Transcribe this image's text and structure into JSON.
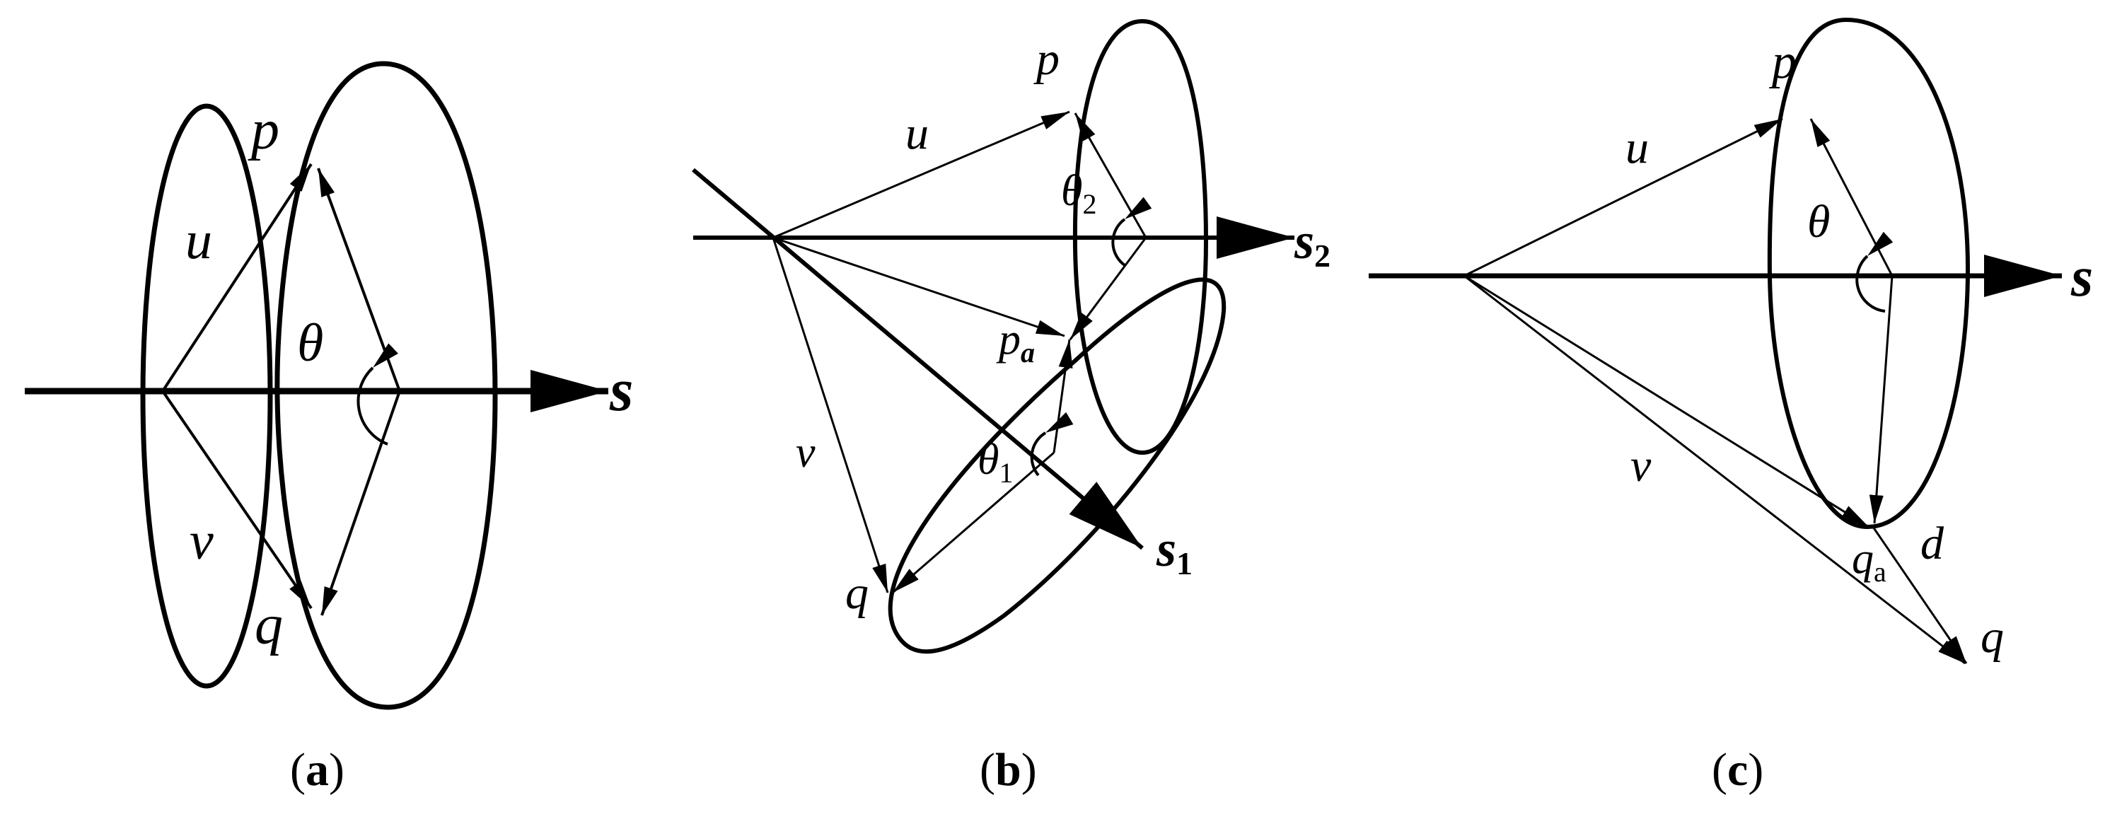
{
  "panels": {
    "a": {
      "caption_open": "(",
      "caption_letter": "a",
      "caption_close": ")",
      "labels": {
        "p": "p",
        "u": "u",
        "theta": "θ",
        "s": "s",
        "v": "v",
        "q": "q"
      }
    },
    "b": {
      "caption_open": "(",
      "caption_letter": "b",
      "caption_close": ")",
      "labels": {
        "p": "p",
        "u": "u",
        "theta2": "θ",
        "theta2_sub": "2",
        "s2": "s",
        "s2_sub": "2",
        "pa": "p",
        "pa_sub": "a",
        "v": "v",
        "theta1": "θ",
        "theta1_sub": "1",
        "s1": "s",
        "s1_sub": "1",
        "q": "q"
      }
    },
    "c": {
      "caption_open": "(",
      "caption_letter": "c",
      "caption_close": ")",
      "labels": {
        "p": "p",
        "u": "u",
        "theta": "θ",
        "s": "s",
        "v": "v",
        "qa": "q",
        "qa_sub": "a",
        "d": "d",
        "q": "q"
      }
    }
  }
}
